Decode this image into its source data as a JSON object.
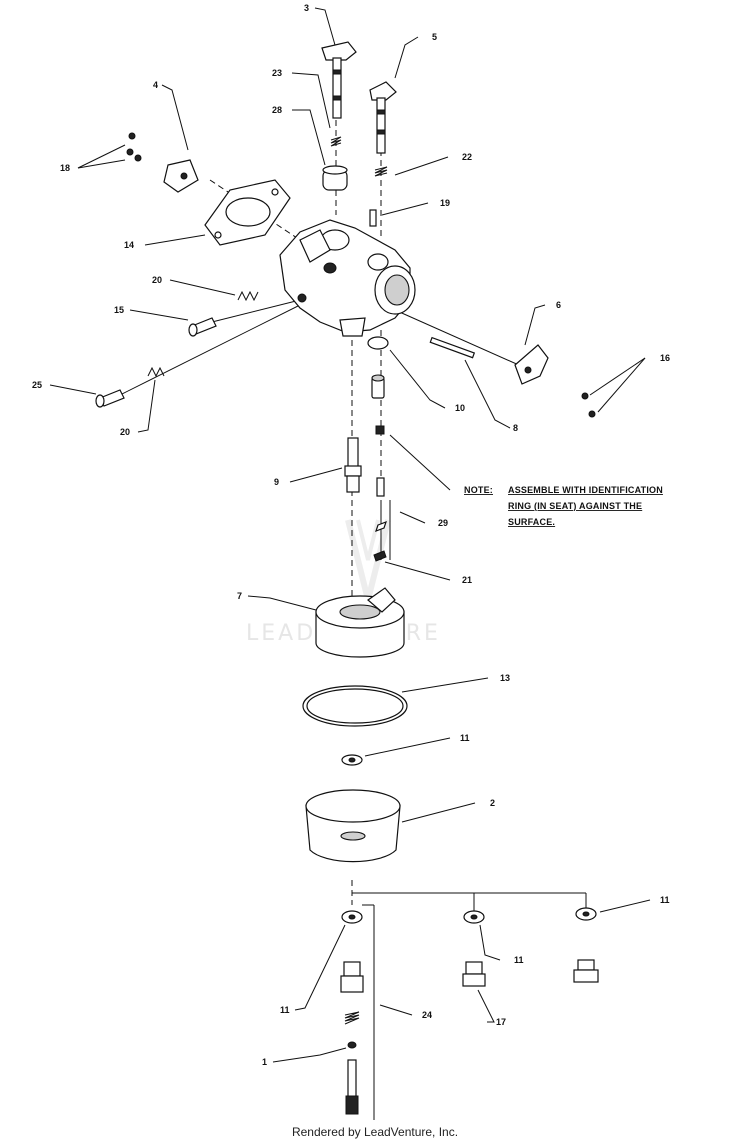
{
  "watermark": "LEADVENTURE",
  "footer": "Rendered by LeadVenture, Inc.",
  "note": {
    "prefix": "NOTE:",
    "line1": "ASSEMBLE WITH IDENTIFICATION",
    "line2": "RING (IN SEAT) AGAINST THE",
    "line3": "SURFACE."
  },
  "callouts": [
    {
      "id": "c3",
      "label": "3"
    },
    {
      "id": "c5",
      "label": "5"
    },
    {
      "id": "c4",
      "label": "4"
    },
    {
      "id": "c23",
      "label": "23"
    },
    {
      "id": "c28",
      "label": "28"
    },
    {
      "id": "c18",
      "label": "18"
    },
    {
      "id": "c22",
      "label": "22"
    },
    {
      "id": "c19",
      "label": "19"
    },
    {
      "id": "c14",
      "label": "14"
    },
    {
      "id": "c20a",
      "label": "20"
    },
    {
      "id": "c15",
      "label": "15"
    },
    {
      "id": "c6",
      "label": "6"
    },
    {
      "id": "c16",
      "label": "16"
    },
    {
      "id": "c25",
      "label": "25"
    },
    {
      "id": "c10",
      "label": "10"
    },
    {
      "id": "c8",
      "label": "8"
    },
    {
      "id": "c20b",
      "label": "20"
    },
    {
      "id": "c9",
      "label": "9"
    },
    {
      "id": "c29",
      "label": "29"
    },
    {
      "id": "c21",
      "label": "21"
    },
    {
      "id": "c7",
      "label": "7"
    },
    {
      "id": "c13",
      "label": "13"
    },
    {
      "id": "c11a",
      "label": "11"
    },
    {
      "id": "c2",
      "label": "2"
    },
    {
      "id": "c11b",
      "label": "11"
    },
    {
      "id": "c11c",
      "label": "11"
    },
    {
      "id": "c11d",
      "label": "11"
    },
    {
      "id": "c24",
      "label": "24"
    },
    {
      "id": "c17",
      "label": "17"
    },
    {
      "id": "c1",
      "label": "1"
    }
  ]
}
